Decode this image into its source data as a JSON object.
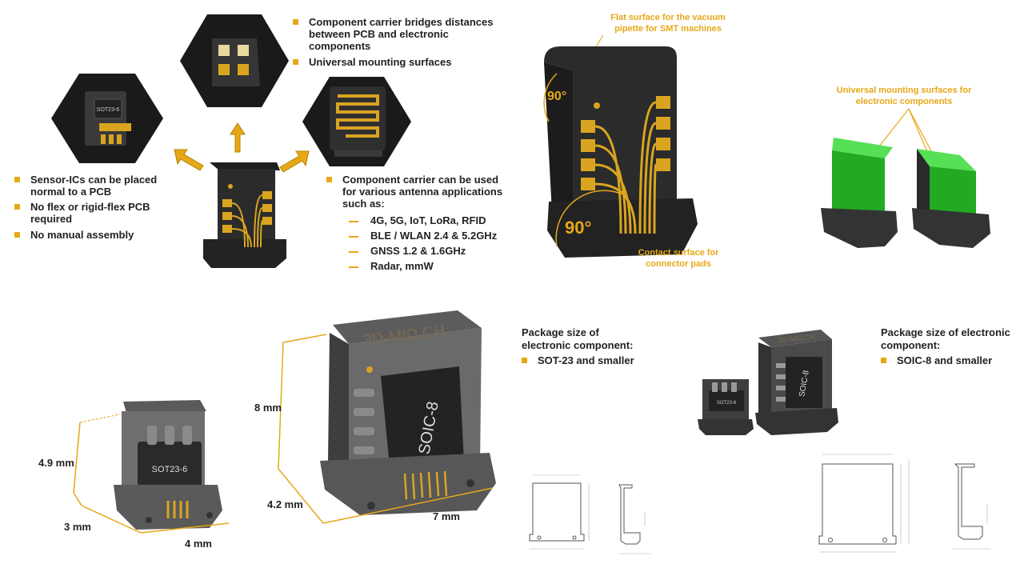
{
  "quadrant1": {
    "bullets_top": [
      "Component carrier bridges distances between PCB and electronic components",
      "Universal mounting surfaces"
    ],
    "bullets_left": [
      "Sensor-ICs can be placed normal to a PCB",
      "No flex or rigid-flex PCB required",
      "No manual assembly"
    ],
    "bullet_right": "Component carrier can be used for various antenna applications such as:",
    "sub_items": [
      "4G, 5G, IoT, LoRa, RFID",
      "BLE / WLAN 2.4 & 5.2GHz",
      "GNSS 1.2 & 1.6GHz",
      "Radar, mmW"
    ],
    "hex_chip_label": "SOT23-6"
  },
  "quadrant2": {
    "annotation_top": "Flat surface for the vacuum pipette for SMT machines",
    "annotation_bottom": "Contact surface for connector pads",
    "angle_top": "90°",
    "angle_bottom": "90°",
    "annotation_right": "Universal mounting surfaces for electronic components"
  },
  "quadrant3": {
    "small_label": "SOT23-6",
    "small_dims": [
      "4.9 mm",
      "3 mm",
      "4 mm"
    ],
    "large_label": "SOIC-8",
    "large_brand": "3D-MID.CH",
    "large_dims": [
      "8 mm",
      "4.2 mm",
      "7 mm"
    ],
    "package_title": "Package size of electronic component:",
    "package_item": "SOT-23 and smaller"
  },
  "quadrant4": {
    "package_title": "Package size of electronic component:",
    "package_item": "SOIC-8 and smaller",
    "small_chip_label": "SOT23-6",
    "large_chip_label": "SOIC-8",
    "brand": "3D-MID.CH"
  },
  "colors": {
    "accent": "#e6a817",
    "carrier": "#2b2b2b",
    "gold": "#d9a520",
    "green": "#33cc33"
  }
}
